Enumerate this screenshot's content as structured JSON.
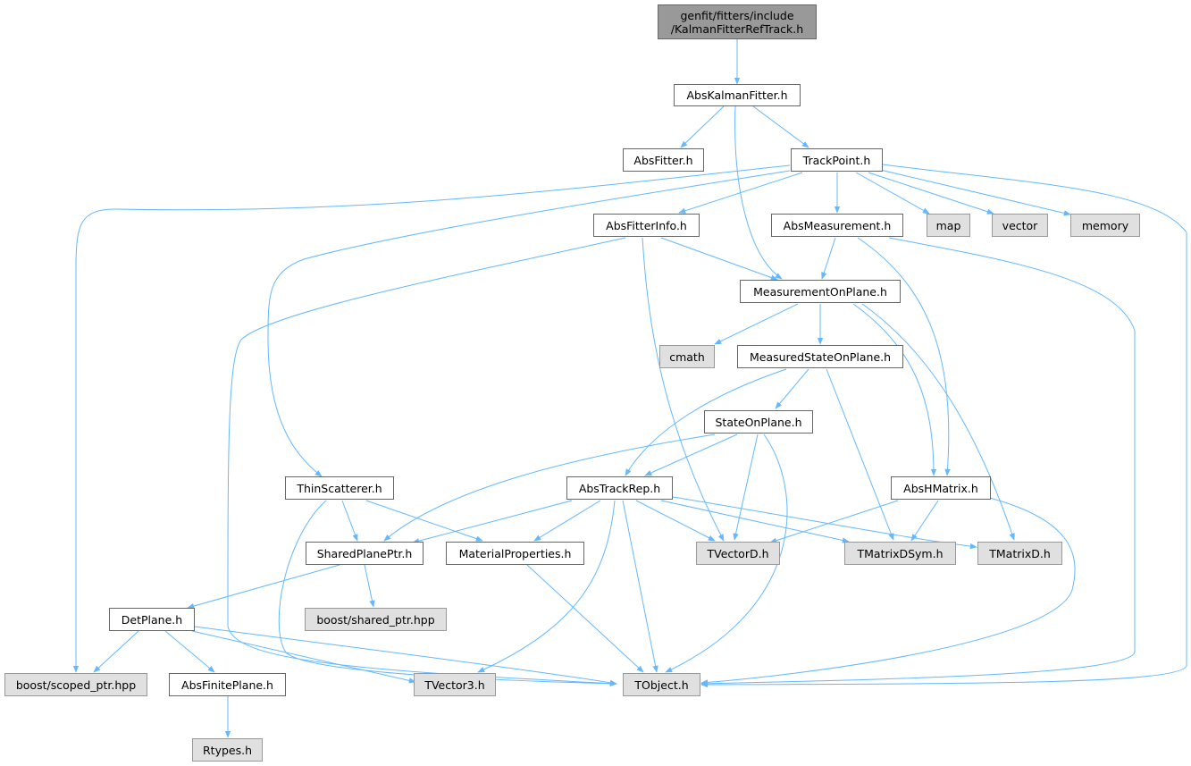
{
  "diagram": {
    "edge_color": "#63b8ff",
    "node_border_color": "#666666",
    "external_fill": "#e0e0e0",
    "root_fill": "#999999",
    "nodes": {
      "root": {
        "line1": "genfit/fitters/include",
        "line2": "/KalmanFitterRefTrack.h"
      },
      "abskalmanfitter": "AbsKalmanFitter.h",
      "absfitter": "AbsFitter.h",
      "trackpoint": "TrackPoint.h",
      "absfitterinfo": "AbsFitterInfo.h",
      "absmeasurement": "AbsMeasurement.h",
      "map": "map",
      "vector": "vector",
      "memory": "memory",
      "measurementonplane": "MeasurementOnPlane.h",
      "cmath": "cmath",
      "measuredstateonplane": "MeasuredStateOnPlane.h",
      "stateonplane": "StateOnPlane.h",
      "thinscatterer": "ThinScatterer.h",
      "abstrackrep": "AbsTrackRep.h",
      "abshmatrix": "AbsHMatrix.h",
      "sharedplaneptr": "SharedPlanePtr.h",
      "materialproperties": "MaterialProperties.h",
      "tvectord": "TVectorD.h",
      "tmatrixdsym": "TMatrixDSym.h",
      "tmatrixd": "TMatrixD.h",
      "boostsharedptr": "boost/shared_ptr.hpp",
      "detplane": "DetPlane.h",
      "boostscopedptr": "boost/scoped_ptr.hpp",
      "absfiniteplane": "AbsFinitePlane.h",
      "tvector3": "TVector3.h",
      "tobject": "TObject.h",
      "rtypes": "Rtypes.h"
    }
  }
}
